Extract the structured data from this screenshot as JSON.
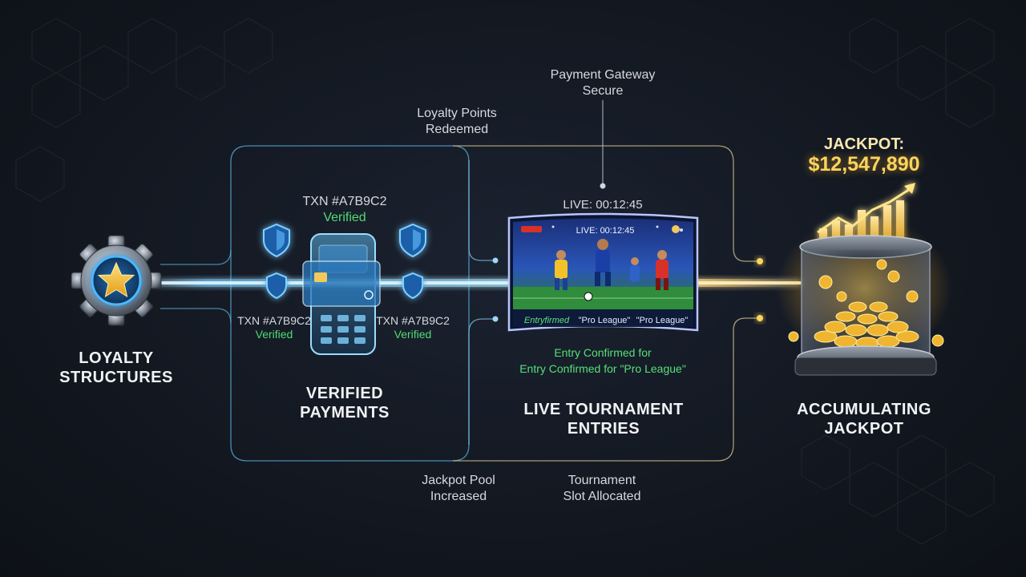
{
  "nodes": {
    "loyalty": {
      "title_line1": "LOYALTY",
      "title_line2": "STRUCTURES"
    },
    "payments": {
      "title_line1": "VERIFIED",
      "title_line2": "PAYMENTS"
    },
    "tournament": {
      "title_line1": "LIVE TOURNAMENT",
      "title_line2": "ENTRIES"
    },
    "jackpot": {
      "title_line1": "ACCUMULATING",
      "title_line2": "JACKPOT",
      "label": "JACKPOT:",
      "value": "$12,547,890"
    }
  },
  "annotations": {
    "gateway": {
      "line1": "Payment Gateway",
      "line2": "Secure"
    },
    "loyalty_points": {
      "line1": "Loyalty Points",
      "line2": "Redeemed"
    },
    "jackpot_pool": {
      "line1": "Jackpot Pool",
      "line2": "Increased"
    },
    "slot_allocated": {
      "line1": "Tournament",
      "line2": "Slot Allocated"
    }
  },
  "transactions": [
    {
      "id": "TXN #A7B9C2",
      "status": "Verified"
    },
    {
      "id": "TXN #A7B9C2",
      "status": "Verified"
    },
    {
      "id": "TXN #A7B9C2",
      "status": "Verified"
    }
  ],
  "live_screen": {
    "timer_label": "LIVE: 00:12:45",
    "screen_timer": "LIVE: 00:12:45",
    "ticker": [
      "Entryfirmed",
      "\"Pro League\"",
      "\"Pro League\""
    ]
  },
  "entry_confirmed": {
    "line1": "Entry Confirmed for",
    "line2": "Entry Confirmed for \"Pro League\""
  },
  "colors": {
    "blue_flow": "#4cc3ff",
    "gold_flow": "#ffc845",
    "verified_green": "#4fdc74"
  }
}
